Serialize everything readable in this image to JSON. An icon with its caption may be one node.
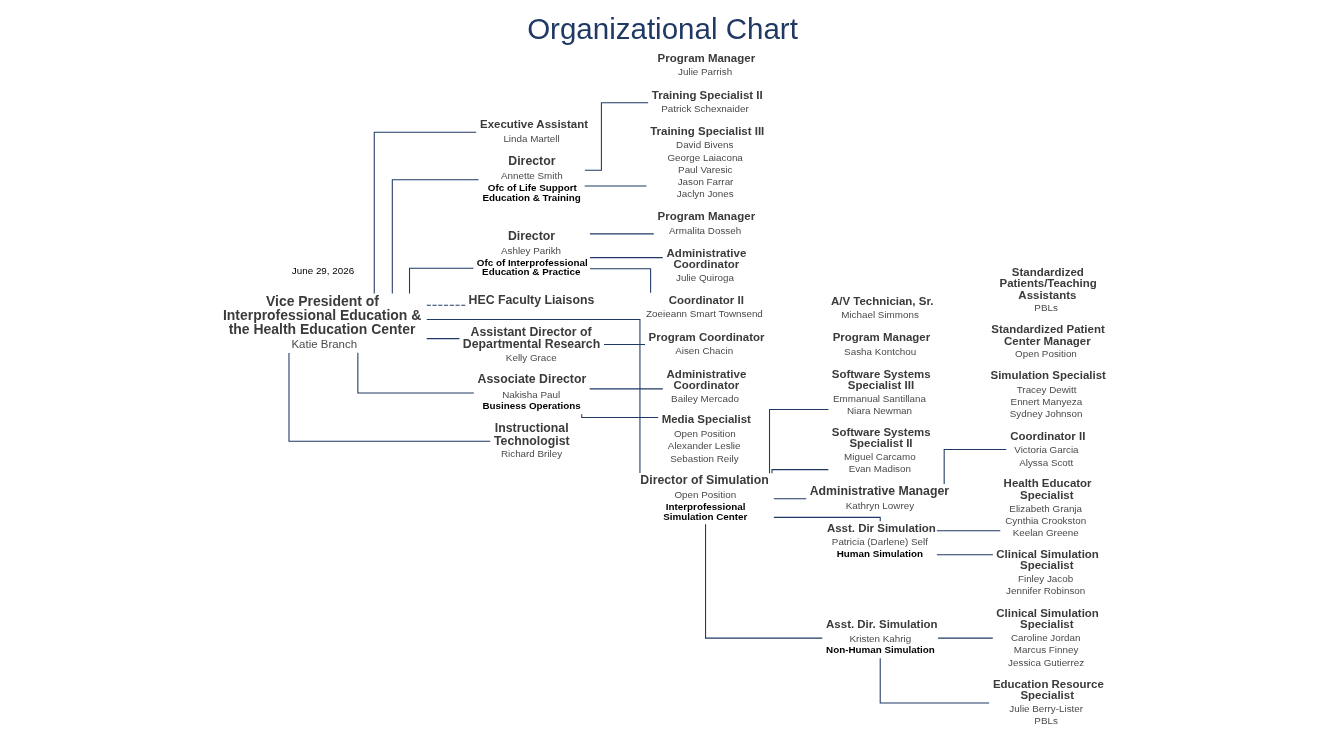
{
  "diagram": {
    "title": "Organizational Chart",
    "nodes": [
      {
        "text": [
          "Vice President of Interprofessional Education & the Health Education Center",
          "Katie Branch"
        ]
      },
      {
        "text": [
          "Program Manager",
          "Julie Parrish"
        ]
      },
      {
        "text": [
          "Training Specialist II",
          "Patrick Schexnaider"
        ]
      },
      {
        "text": [
          "Training Specialist III",
          "David Bivens",
          "George Laiacona",
          "Paul Varesic",
          "Jason Farrar",
          "Jaclyn Jones"
        ]
      },
      {
        "text": [
          "Executive Assistant",
          "Linda Martell"
        ]
      },
      {
        "text": [
          "Director",
          "Annette Smith"
        ],
        "beside": [
          "Ofc of Life Support Education & Training"
        ]
      },
      {
        "text": [
          "Director",
          "Ashley Parikh"
        ],
        "beside": [
          "Ofc of Interprofessional Education & Practice"
        ]
      },
      {
        "text": [
          "Program Manager",
          "Armalita Dosseh"
        ]
      },
      {
        "text": [
          "Administrative Coordinator",
          "Julie Quiroga"
        ]
      },
      {
        "text": [
          "Coordinator II",
          "Zoeieann Smart Townsend"
        ]
      },
      {
        "text": [
          "HEC Faculty Liaisons"
        ]
      },
      {
        "text": [
          "Assistant Director of Departmental Research",
          "Kelly Grace"
        ]
      },
      {
        "text": [
          "Program Coordinator",
          "Aisen Chacin"
        ]
      },
      {
        "text": [
          "Program Manager",
          "Sasha Kontchou"
        ]
      },
      {
        "text": [
          "Associate Director",
          "Nakisha Paul"
        ],
        "beside": [
          "Business Operations"
        ]
      },
      {
        "text": [
          "Administrative Coordinator",
          "Bailey Mercado"
        ]
      },
      {
        "text": [
          "Media Specialist",
          "Open Position",
          "Alexander Leslie",
          "Sebastion Reily"
        ]
      },
      {
        "text": [
          "Instructional Technologist",
          "Richard Briley"
        ]
      },
      {
        "text": [
          "Director of Simulation",
          "Open Position"
        ],
        "beside": [
          "Interprofessional Simulation Center"
        ]
      },
      {
        "text": [
          "Software Systems Specialist III",
          "Emmanual Santillana",
          "Niara Newman"
        ]
      },
      {
        "text": [
          "Software Systems Specialist II",
          "Miguel Carcamo",
          "Evan Madison"
        ]
      },
      {
        "text": [
          "A/V Technician, Sr.",
          "Michael Simmons"
        ]
      },
      {
        "text": [
          "Simulation Specialist",
          "Tracey Dewitt",
          "Ennert Manyeza",
          "Sydney Johnson"
        ]
      },
      {
        "text": [
          "Administrative Manager",
          "Kathryn Lowrey"
        ]
      },
      {
        "text": [
          "Coordinator II",
          "Victoria Garcia",
          "Alyssa Scott"
        ]
      },
      {
        "text": [
          "Standardized Patient Center Manager",
          "Open Position"
        ]
      },
      {
        "text": [
          "Health Educator Specialist",
          "Elizabeth Granja",
          "Cynthia Crookston",
          "Keelan Greene"
        ]
      },
      {
        "text": [
          "Clinical Simulation Specialist",
          "Caroline Jordan",
          "Marcus Finney",
          "Jessica Gutierrez"
        ]
      },
      {
        "text": [
          "Clinical Simulation Specialist",
          "Finley Jacob",
          "Jennifer Robinson"
        ]
      },
      {
        "text": [
          "Education Resource Specialist",
          "Julie Berry-Lister",
          "PBLs"
        ]
      },
      {
        "text": [
          "Asst. Dir Simulation",
          "Patricia (Darlene) Self"
        ],
        "beside": [
          "Human Simulation"
        ]
      },
      {
        "text": [
          "Asst. Dir. Simulation",
          "Kristen Kahrig"
        ],
        "beside": [
          "Non-Human Simulation"
        ]
      },
      {
        "text": [
          "Standardized Patients/Teaching Assistants",
          "PBLs"
        ]
      }
    ],
    "edges": [
      {
        "from": 0,
        "to": 4,
        "arrow": "none"
      },
      {
        "from": 0,
        "to": 5,
        "arrow": "none"
      },
      {
        "from": 0,
        "to": 6,
        "arrow": "none"
      },
      {
        "from": 0,
        "to": 10,
        "arrow": "none",
        "style": "dashed"
      },
      {
        "from": 0,
        "to": 11,
        "arrow": "none"
      },
      {
        "from": 0,
        "to": 14,
        "arrow": "none"
      },
      {
        "from": 0,
        "to": 17,
        "arrow": "none"
      },
      {
        "from": 0,
        "to": 18,
        "arrow": "none"
      },
      {
        "from": 5,
        "to": 2,
        "arrow": "none"
      },
      {
        "from": 5,
        "to": 3,
        "arrow": "none"
      },
      {
        "from": 6,
        "to": 7,
        "arrow": "none"
      },
      {
        "from": 6,
        "to": 8,
        "arrow": "none"
      },
      {
        "from": 6,
        "to": 9,
        "arrow": "none"
      },
      {
        "from": 11,
        "to": 12,
        "arrow": "none"
      },
      {
        "from": 14,
        "to": 15,
        "arrow": "none"
      },
      {
        "from": 14,
        "to": 16,
        "arrow": "none"
      },
      {
        "from": 18,
        "to": 19,
        "arrow": "none"
      },
      {
        "from": 18,
        "to": 20,
        "arrow": "none"
      },
      {
        "from": 18,
        "to": 23,
        "arrow": "none"
      },
      {
        "from": 18,
        "to": 30,
        "arrow": "none"
      },
      {
        "from": 18,
        "to": 31,
        "arrow": "none"
      },
      {
        "from": 23,
        "to": 24,
        "arrow": "none"
      },
      {
        "from": 30,
        "to": 26,
        "arrow": "none"
      },
      {
        "from": 30,
        "to": 28,
        "arrow": "none"
      },
      {
        "from": 31,
        "to": 27,
        "arrow": "none"
      },
      {
        "from": 31,
        "to": 29,
        "arrow": "none"
      }
    ],
    "labels": [
      "June 29, 2026"
    ]
  }
}
